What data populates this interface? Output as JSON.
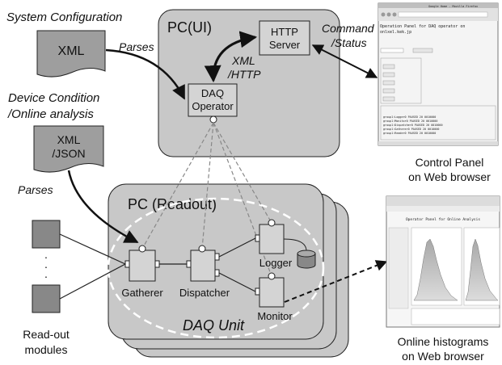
{
  "left_labels": {
    "system_configuration": "System Configuration",
    "device_condition_line1": "Device Condition",
    "device_condition_line2": "/Online analysis",
    "parses_top": "Parses",
    "parses_bottom": "Parses",
    "readout_modules_line1": "Read-out",
    "readout_modules_line2": "modules",
    "dots": "·"
  },
  "documents": {
    "xml": "XML",
    "xml_json_line1": "XML",
    "xml_json_line2": "/JSON"
  },
  "pc_ui": {
    "title": "PC(UI)",
    "http_server_line1": "HTTP",
    "http_server_line2": "Server",
    "daq_operator_line1": "DAQ",
    "daq_operator_line2": "Operator",
    "xml_http_line1": "XML",
    "xml_http_line2": "/HTTP",
    "command_status_line1": "Command",
    "command_status_line2": "/Status"
  },
  "pc_readout": {
    "title": "PC (Readout)",
    "daq_unit": "DAQ Unit",
    "gatherer": "Gatherer",
    "dispatcher": "Dispatcher",
    "logger": "Logger",
    "monitor": "Monitor"
  },
  "control_panel": {
    "caption_line1": "Control Panel",
    "caption_line2": "on Web browser",
    "window_title": "Google Home - Mozilla Firefox",
    "heading_line1": "Operation Panel for DAQ operator on",
    "heading_line2": "onlxel.kek.jp",
    "status_rows": [
      "group1:Logger0  PAUSED  20  0010000",
      "group1:Monitor0  PAUSED  20  0010000",
      "group1:Dispatcher0  PAUSED  20  0010000",
      "group1:Gatherer0  PAUSED  20  0010000",
      "group1:Reader0  PAUSED  20  0010000"
    ]
  },
  "histograms": {
    "caption_line1": "Online histograms",
    "caption_line2": "on Web browser",
    "page_title": "Operator Panel for Online Analysis"
  },
  "colors": {
    "box_fill": "#c8c8c8",
    "doc_fill": "#9e9e9e",
    "component_fill": "#d4d4d4",
    "module_fill": "#888888",
    "line": "#222222",
    "dash": "#888888"
  }
}
